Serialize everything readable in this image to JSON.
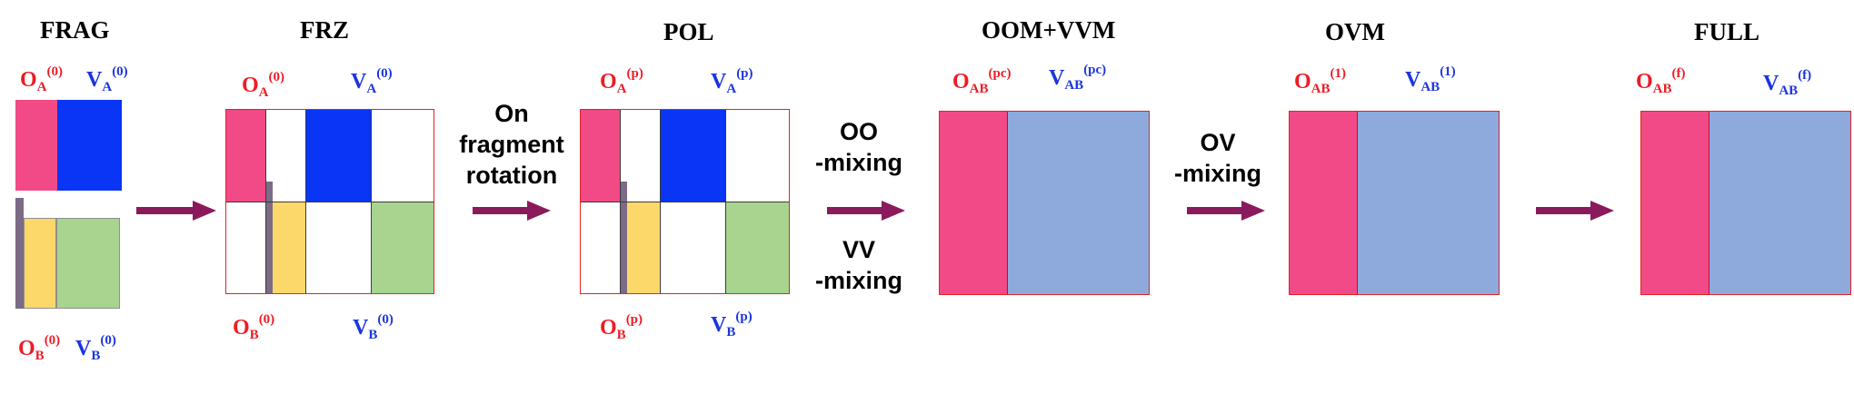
{
  "stages": [
    {
      "title": "FRAG",
      "labels": {
        "oa": {
          "main": "O",
          "sub": "A",
          "sup": "(0)"
        },
        "va": {
          "main": "V",
          "sub": "A",
          "sup": "(0)"
        },
        "ob": {
          "main": "O",
          "sub": "B",
          "sup": "(0)"
        },
        "vb": {
          "main": "V",
          "sub": "B",
          "sup": "(0)"
        }
      }
    },
    {
      "title": "FRZ",
      "labels": {
        "oa": {
          "main": "O",
          "sub": "A",
          "sup": "(0)"
        },
        "va": {
          "main": "V",
          "sub": "A",
          "sup": "(0)"
        },
        "ob": {
          "main": "O",
          "sub": "B",
          "sup": "(0)"
        },
        "vb": {
          "main": "V",
          "sub": "B",
          "sup": "(0)"
        }
      }
    },
    {
      "title": "POL",
      "labels": {
        "oa": {
          "main": "O",
          "sub": "A",
          "sup": "(p)"
        },
        "va": {
          "main": "V",
          "sub": "A",
          "sup": "(p)"
        },
        "ob": {
          "main": "O",
          "sub": "B",
          "sup": "(p)"
        },
        "vb": {
          "main": "V",
          "sub": "B",
          "sup": "(p)"
        }
      }
    },
    {
      "title": "OOM+VVM",
      "labels": {
        "o": {
          "main": "O",
          "sub": "AB",
          "sup": "(pc)"
        },
        "v": {
          "main": "V",
          "sub": "AB",
          "sup": "(pc)"
        }
      }
    },
    {
      "title": "OVM",
      "labels": {
        "o": {
          "main": "O",
          "sub": "AB",
          "sup": "(1)"
        },
        "v": {
          "main": "V",
          "sub": "AB",
          "sup": "(1)"
        }
      }
    },
    {
      "title": "FULL",
      "labels": {
        "o": {
          "main": "O",
          "sub": "AB",
          "sup": "(f)"
        },
        "v": {
          "main": "V",
          "sub": "AB",
          "sup": "(f)"
        }
      }
    }
  ],
  "operations": {
    "frz_to_pol": [
      "On",
      "fragment",
      "rotation"
    ],
    "pol_to_oomvvm_top": [
      "OO",
      "-mixing"
    ],
    "pol_to_oomvvm_bottom": [
      "VV",
      "-mixing"
    ],
    "oomvvm_to_ovm": [
      "OV",
      "-mixing"
    ]
  },
  "colors": {
    "occupied": "#f24a86",
    "virtual_a": "#0a35f5",
    "virtual_ab": "#8eaadc",
    "occupied_b": "#fcd86a",
    "virtual_b": "#a8d48f",
    "core_b": "#7b6b86",
    "arrow": "#8b1a5c",
    "occupied_label": "#ee1c25",
    "virtual_label": "#1a35e0"
  }
}
